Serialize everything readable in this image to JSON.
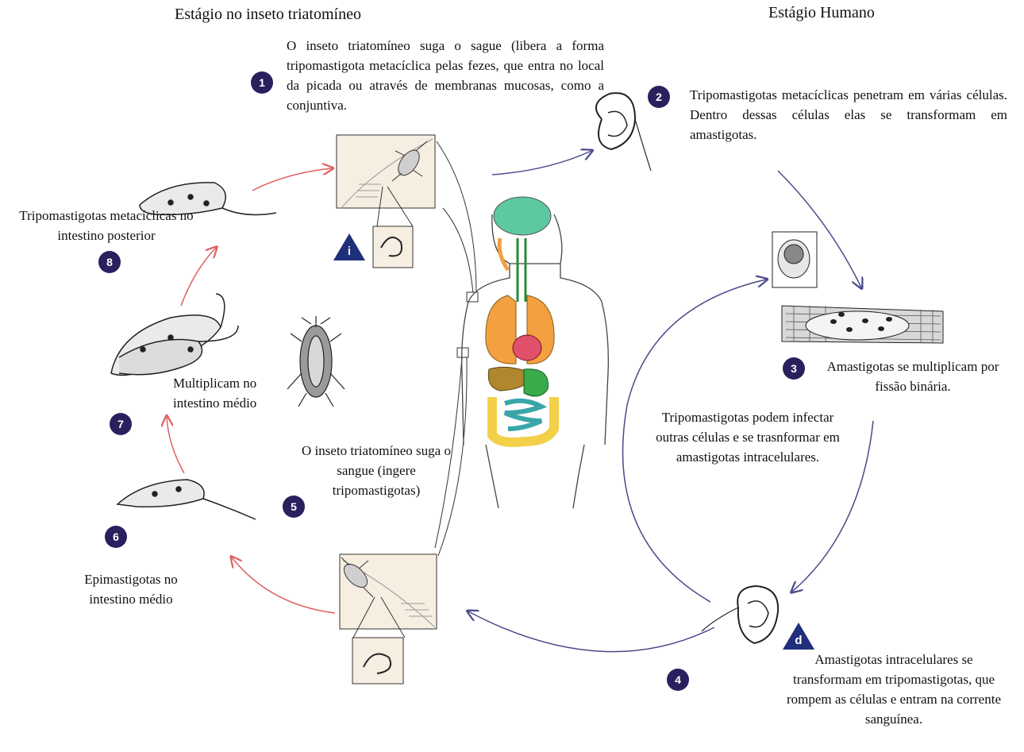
{
  "headings": {
    "insect_stage": "Estágio no inseto triatomíneo",
    "human_stage": "Estágio Humano"
  },
  "steps": {
    "s1": {
      "num": "1",
      "text": "O inseto triatomíneo suga o sague (libera a forma tripomastigota metacíclica pelas fezes, que entra no local da picada ou através de membranas mucosas, como a conjuntiva."
    },
    "s2": {
      "num": "2",
      "text": "Tripomastigotas metacíclicas penetram em várias células. Dentro dessas células elas se transformam em amastigotas."
    },
    "s3": {
      "num": "3",
      "text": "Amastigotas se multiplicam por fissão binária."
    },
    "s4": {
      "num": "4",
      "text": "Amastigotas intracelulares se transformam em tripomastigotas, que rompem as células e entram na corrente sanguínea."
    },
    "s5": {
      "num": "5",
      "text": "O inseto triatomíneo suga o sangue (ingere tripomastigotas)"
    },
    "s6": {
      "num": "6",
      "text": "Epimastigotas no intestino médio"
    },
    "s7": {
      "num": "7",
      "text": "Multiplicam no intestino médio"
    },
    "s8": {
      "num": "8",
      "text": "Tripomastigotas metacíclicas no intestino posterior"
    }
  },
  "reinfection_note": "Tripomastigotas podem infectar outras células e se trasnformar em amastigotas intracelulares.",
  "stage_markers": {
    "infective": "i",
    "diagnostic": "d"
  },
  "colors": {
    "badge": "#2b1f5e",
    "marker_triangle": "#1f2f7a",
    "insect_arrows": "#e06060",
    "human_arrows": "#4a4a8c",
    "brain": "#5cc9a0",
    "lungs": "#f2a040",
    "heart": "#e0506a",
    "liver": "#b0862e",
    "stomach": "#3aaa4a",
    "intestine": "#f3d04a",
    "small_intestine": "#3aa6a8",
    "panel_fill": "#f7eee2"
  }
}
